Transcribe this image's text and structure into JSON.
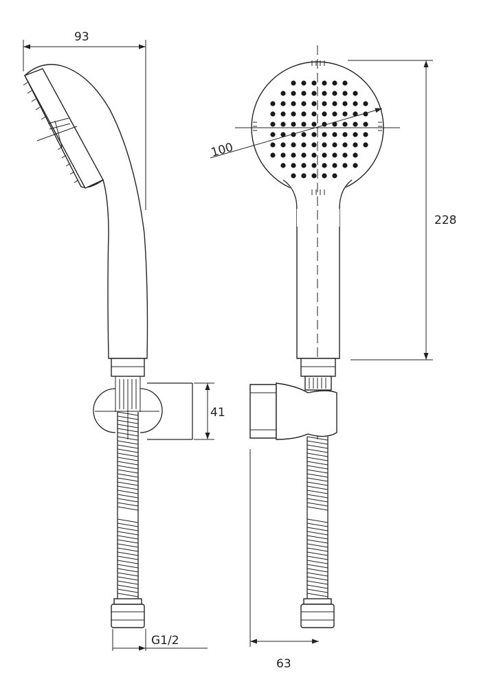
{
  "dimensions": {
    "width_top": "93",
    "head_diameter": "100",
    "total_height": "228",
    "holder_height": "41",
    "thread": "G1/2",
    "holder_depth": "63"
  }
}
